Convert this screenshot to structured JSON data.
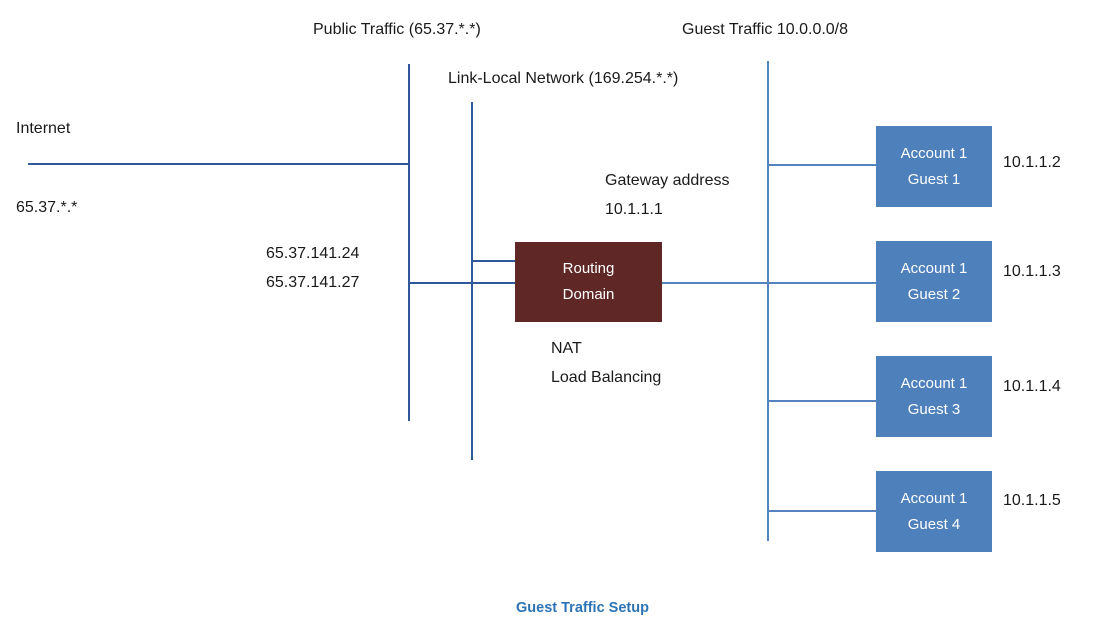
{
  "diagram": {
    "caption": "Guest Traffic Setup",
    "labels": {
      "public_traffic": "Public Traffic (65.37.*.*)",
      "guest_traffic": "Guest Traffic 10.0.0.0/8",
      "link_local": "Link-Local Network (169.254.*.*)",
      "internet": "Internet",
      "internet_ip": "65.37.*.*",
      "public_ip_1": "65.37.141.24",
      "public_ip_2": "65.37.141.27",
      "gateway_line1": "Gateway address",
      "gateway_line2": "10.1.1.1",
      "nat": "NAT",
      "load_balancing": "Load Balancing"
    },
    "routing_box": {
      "line1": "Routing",
      "line2": "Domain"
    },
    "guests": [
      {
        "line1": "Account 1",
        "line2": "Guest 1",
        "ip": "10.1.1.2"
      },
      {
        "line1": "Account 1",
        "line2": "Guest 2",
        "ip": "10.1.1.3"
      },
      {
        "line1": "Account 1",
        "line2": "Guest 3",
        "ip": "10.1.1.4"
      },
      {
        "line1": "Account 1",
        "line2": "Guest 4",
        "ip": "10.1.1.5"
      }
    ],
    "colors": {
      "routing_box_fill": "#5f2827",
      "guest_box_fill": "#4e80bc",
      "line_dark": "#30599b",
      "line_light": "#5583bd",
      "caption_blue": "#2e74b5",
      "text": "#1a1a1a"
    }
  }
}
